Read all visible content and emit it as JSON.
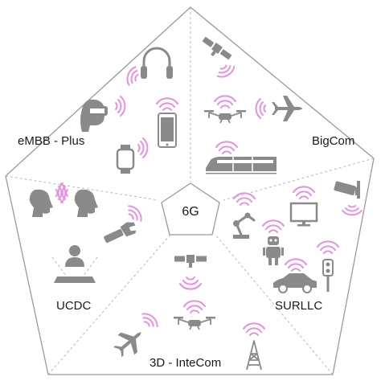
{
  "center": {
    "label": "6G"
  },
  "sectors": [
    {
      "id": "embb",
      "label": "eMBB - Plus",
      "icons": [
        "vr-headset-icon",
        "headphones-icon",
        "smartphone-icon",
        "smartwatch-icon"
      ]
    },
    {
      "id": "bigcom",
      "label": "BigCom",
      "icons": [
        "satellite-icon",
        "drone-icon",
        "airplane-icon",
        "train-icon"
      ]
    },
    {
      "id": "surllc",
      "label": "SURLLC",
      "icons": [
        "cctv-camera-icon",
        "robot-arm-icon",
        "monitor-icon",
        "robot-icon",
        "traffic-light-icon",
        "car-icon"
      ]
    },
    {
      "id": "intecom",
      "label": "3D - InteCom",
      "icons": [
        "satellite-icon",
        "drone-icon",
        "airplane-icon",
        "cell-tower-icon"
      ]
    },
    {
      "id": "ucdc",
      "label": "UCDC",
      "icons": [
        "head-icon",
        "head-icon",
        "robot-hand-icon",
        "hologram-person-icon"
      ]
    }
  ],
  "colors": {
    "wave": "#e98fe0",
    "icon": "#8a8a8a",
    "outline": "#9a9a9a",
    "divider": "#b8b8b8"
  }
}
